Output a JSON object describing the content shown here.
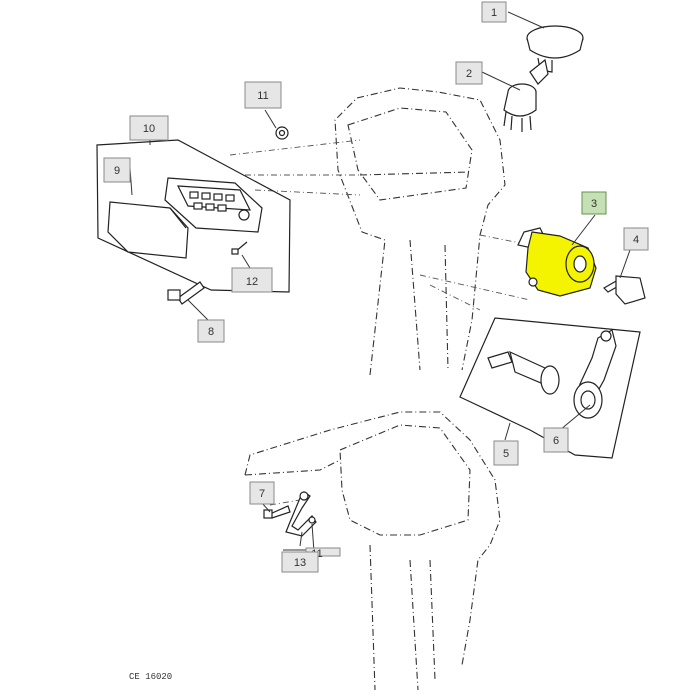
{
  "callouts": [
    {
      "id": "1",
      "text": "1",
      "highlight": false
    },
    {
      "id": "2",
      "text": "2",
      "highlight": false
    },
    {
      "id": "3",
      "text": "3",
      "highlight": true
    },
    {
      "id": "4",
      "text": "4",
      "highlight": false
    },
    {
      "id": "5",
      "text": "5",
      "highlight": false
    },
    {
      "id": "6",
      "text": "6",
      "highlight": false
    },
    {
      "id": "7",
      "text": "7",
      "highlight": false
    },
    {
      "id": "8",
      "text": "8",
      "highlight": false
    },
    {
      "id": "9",
      "text": "9",
      "highlight": false
    },
    {
      "id": "10",
      "text": "10",
      "highlight": false
    },
    {
      "id": "11",
      "text": "11",
      "highlight": false
    },
    {
      "id": "11b",
      "text": "11",
      "highlight": false
    },
    {
      "id": "12",
      "text": "12",
      "highlight": false
    },
    {
      "id": "13",
      "text": "13",
      "highlight": false
    }
  ],
  "drawing_code": "CE 16020",
  "colors": {
    "highlight_part": "#f4f400",
    "highlight_label": "#c5e0b4",
    "label_box": "#e6e6e6"
  }
}
